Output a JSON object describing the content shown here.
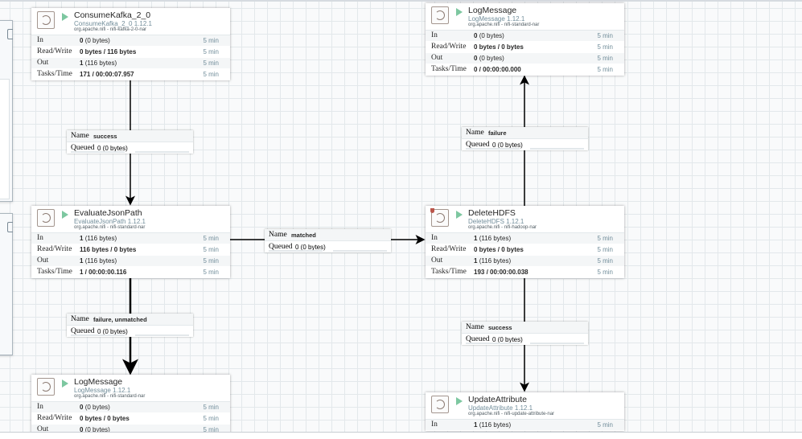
{
  "canvas": {
    "processors": [
      {
        "id": "p1",
        "name": "ConsumeKafka_2_0",
        "type": "ConsumeKafka_2_0 1.12.1",
        "bundle": "org.apache.nifi - nifi-kafka-2-0-nar",
        "status": "running",
        "invalid": false,
        "stats": [
          {
            "label": "In",
            "value": "0",
            "detail": "(0 bytes)",
            "time": "5 min"
          },
          {
            "label": "Read/Write",
            "value": "0 bytes / 116 bytes",
            "detail": "",
            "time": "5 min"
          },
          {
            "label": "Out",
            "value": "1",
            "detail": "(116 bytes)",
            "time": "5 min"
          },
          {
            "label": "Tasks/Time",
            "value": "171 / 00:00:07.957",
            "detail": "",
            "time": "5 min"
          }
        ]
      },
      {
        "id": "p2",
        "name": "LogMessage",
        "type": "LogMessage 1.12.1",
        "bundle": "org.apache.nifi - nifi-standard-nar",
        "status": "running",
        "invalid": false,
        "stats": [
          {
            "label": "In",
            "value": "0",
            "detail": "(0 bytes)",
            "time": "5 min"
          },
          {
            "label": "Read/Write",
            "value": "0 bytes / 0 bytes",
            "detail": "",
            "time": "5 min"
          },
          {
            "label": "Out",
            "value": "0",
            "detail": "(0 bytes)",
            "time": "5 min"
          },
          {
            "label": "Tasks/Time",
            "value": "0 / 00:00:00.000",
            "detail": "",
            "time": "5 min"
          }
        ]
      },
      {
        "id": "p3",
        "name": "EvaluateJsonPath",
        "type": "EvaluateJsonPath 1.12.1",
        "bundle": "org.apache.nifi - nifi-standard-nar",
        "status": "running",
        "invalid": false,
        "stats": [
          {
            "label": "In",
            "value": "1",
            "detail": "(116 bytes)",
            "time": "5 min"
          },
          {
            "label": "Read/Write",
            "value": "116 bytes / 0 bytes",
            "detail": "",
            "time": "5 min"
          },
          {
            "label": "Out",
            "value": "1",
            "detail": "(116 bytes)",
            "time": "5 min"
          },
          {
            "label": "Tasks/Time",
            "value": "1 / 00:00:00.116",
            "detail": "",
            "time": "5 min"
          }
        ]
      },
      {
        "id": "p4",
        "name": "DeleteHDFS",
        "type": "DeleteHDFS 1.12.1",
        "bundle": "org.apache.nifi - nifi-hadoop-nar",
        "status": "running",
        "invalid": true,
        "stats": [
          {
            "label": "In",
            "value": "1",
            "detail": "(116 bytes)",
            "time": "5 min"
          },
          {
            "label": "Read/Write",
            "value": "0 bytes / 0 bytes",
            "detail": "",
            "time": "5 min"
          },
          {
            "label": "Out",
            "value": "1",
            "detail": "(116 bytes)",
            "time": "5 min"
          },
          {
            "label": "Tasks/Time",
            "value": "193 / 00:00:00.038",
            "detail": "",
            "time": "5 min"
          }
        ]
      },
      {
        "id": "p5",
        "name": "LogMessage",
        "type": "LogMessage 1.12.1",
        "bundle": "org.apache.nifi - nifi-standard-nar",
        "status": "running",
        "invalid": false,
        "stats": [
          {
            "label": "In",
            "value": "0",
            "detail": "(0 bytes)",
            "time": "5 min"
          },
          {
            "label": "Read/Write",
            "value": "0 bytes / 0 bytes",
            "detail": "",
            "time": "5 min"
          },
          {
            "label": "Out",
            "value": "0",
            "detail": "(0 bytes)",
            "time": "5 min"
          }
        ]
      },
      {
        "id": "p6",
        "name": "UpdateAttribute",
        "type": "UpdateAttribute 1.12.1",
        "bundle": "org.apache.nifi - nifi-update-attribute-nar",
        "status": "running",
        "invalid": false,
        "stats": [
          {
            "label": "In",
            "value": "1",
            "detail": "(116 bytes)",
            "time": "5 min"
          }
        ]
      }
    ],
    "connections": [
      {
        "id": "c1",
        "name_label": "Name",
        "name": "success",
        "queued_label": "Queued",
        "queued": "0 (0 bytes)"
      },
      {
        "id": "c2",
        "name_label": "Name",
        "name": "failure",
        "queued_label": "Queued",
        "queued": "0 (0 bytes)"
      },
      {
        "id": "c3",
        "name_label": "Name",
        "name": "matched",
        "queued_label": "Queued",
        "queued": "0 (0 bytes)"
      },
      {
        "id": "c4",
        "name_label": "Name",
        "name": "failure, unmatched",
        "queued_label": "Queued",
        "queued": "0 (0 bytes)"
      },
      {
        "id": "c5",
        "name_label": "Name",
        "name": "success",
        "queued_label": "Queued",
        "queued": "0 (0 bytes)"
      }
    ]
  },
  "colors": {
    "running": "#7dc7a0",
    "invalid": "#ba554a",
    "muted": "#728e9b"
  }
}
